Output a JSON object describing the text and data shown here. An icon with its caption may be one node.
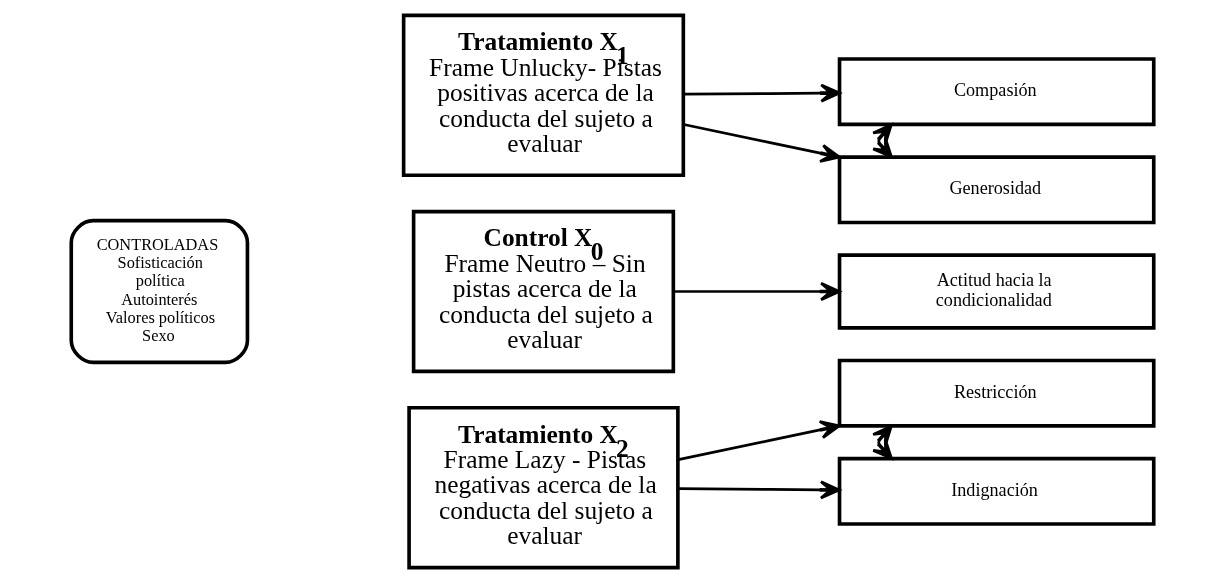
{
  "diagram": {
    "nodes": [
      {
        "text": [
          "CONTROLADAS",
          "Sofisticación política",
          "Autointerés",
          "Valores políticos",
          "Sexo"
        ]
      },
      {
        "text": [
          "**Tratamiento X$_{1}$**",
          "Frame Unlucky- Pistas positivas acerca de la conducta del sujeto a evaluar"
        ]
      },
      {
        "text": [
          "**Control X$_{0}$**",
          "Frame Neutro – Sin pistas acerca de la conducta del sujeto a evaluar"
        ]
      },
      {
        "text": [
          "**Tratamiento X$_{2}$**",
          "Frame Lazy - Pistas negativas acerca de la conducta del sujeto a evaluar"
        ]
      },
      {
        "text": [
          "Compasión"
        ]
      },
      {
        "text": [
          "Generosidad"
        ]
      },
      {
        "text": [
          "Actitud hacia la condicionalidad"
        ]
      },
      {
        "text": [
          "Restricción"
        ]
      },
      {
        "text": [
          "Indignación"
        ]
      }
    ],
    "edges": [
      {
        "from": 1,
        "to": 4,
        "arrow": "to"
      },
      {
        "from": 1,
        "to": 5,
        "arrow": "to"
      },
      {
        "from": 2,
        "to": 6,
        "arrow": "to"
      },
      {
        "from": 3,
        "to": 7,
        "arrow": "to"
      },
      {
        "from": 3,
        "to": 8,
        "arrow": "to"
      },
      {
        "from": 4,
        "to": 5,
        "arrow": "both"
      },
      {
        "from": 7,
        "to": 8,
        "arrow": "both"
      }
    ]
  }
}
